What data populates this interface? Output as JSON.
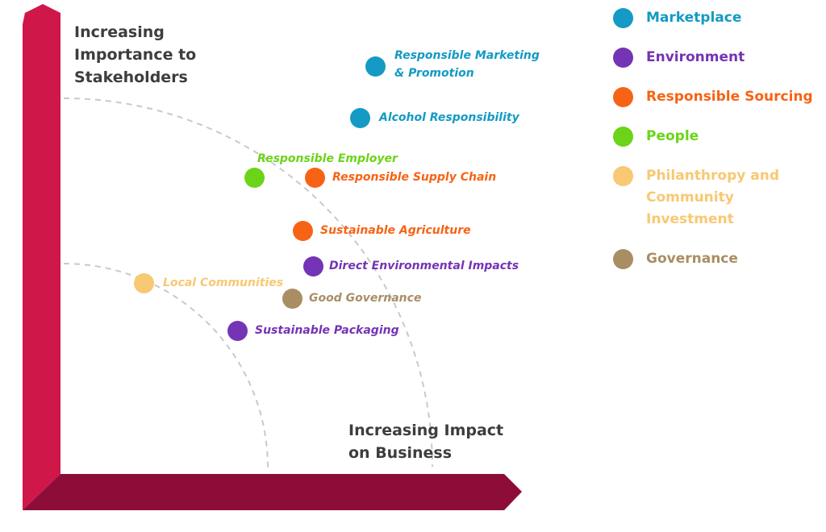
{
  "axes": {
    "y_label": "Increasing Importance to Stakeholders",
    "x_label": "Increasing Impact on Business",
    "y_axis_color": "#d0174a",
    "x_axis_color": "#8d0d38",
    "depth_color": "#e7e7e7"
  },
  "legend": [
    {
      "key": "marketplace",
      "label": "Marketplace",
      "color": "#149ac4"
    },
    {
      "key": "environment",
      "label": "Environment",
      "color": "#7434b5"
    },
    {
      "key": "sourcing",
      "label": "Responsible Sourcing",
      "color": "#f76314"
    },
    {
      "key": "people",
      "label": "People",
      "color": "#6cd418"
    },
    {
      "key": "philanthropy",
      "label": "Philanthropy and Community Investment",
      "color": "#f8c872"
    },
    {
      "key": "governance",
      "label": "Governance",
      "color": "#a98e63"
    }
  ],
  "topics": [
    {
      "label": "Responsible Marketing & Promotion",
      "category": "marketplace"
    },
    {
      "label": "Alcohol Responsibility",
      "category": "marketplace"
    },
    {
      "label": "Responsible Employer",
      "category": "people"
    },
    {
      "label": "Responsible Supply Chain",
      "category": "sourcing"
    },
    {
      "label": "Sustainable Agriculture",
      "category": "sourcing"
    },
    {
      "label": "Direct Environmental Impacts",
      "category": "environment"
    },
    {
      "label": "Local Communities",
      "category": "philanthropy"
    },
    {
      "label": "Good Governance",
      "category": "governance"
    },
    {
      "label": "Sustainable Packaging",
      "category": "environment"
    }
  ]
}
